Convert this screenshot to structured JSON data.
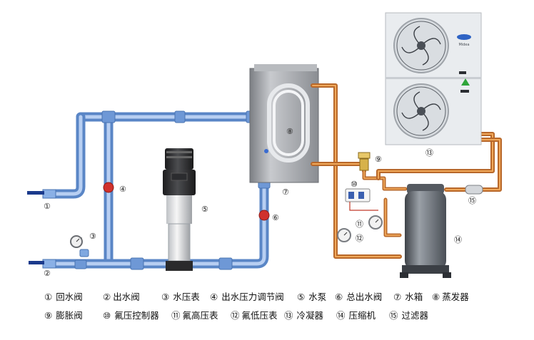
{
  "brand_text": "Midea",
  "callouts": {
    "c1": "①",
    "c2": "②",
    "c3": "③",
    "c4": "④",
    "c5": "⑤",
    "c6": "⑥",
    "c7": "⑦",
    "c8": "⑧",
    "c9": "⑨",
    "c10": "⑩",
    "c11": "⑪",
    "c12": "⑫",
    "c13": "⑬",
    "c14": "⑭",
    "c15": "⑮"
  },
  "legend": [
    {
      "num": "①",
      "label": "回水阀"
    },
    {
      "num": "②",
      "label": "出水阀"
    },
    {
      "num": "③",
      "label": "水压表"
    },
    {
      "num": "④",
      "label": "出水压力调节阀"
    },
    {
      "num": "⑤",
      "label": "水泵"
    },
    {
      "num": "⑥",
      "label": "总出水阀"
    },
    {
      "num": "⑦",
      "label": "水箱"
    },
    {
      "num": "⑧",
      "label": "蒸发器"
    },
    {
      "num": "⑨",
      "label": "膨胀阀"
    },
    {
      "num": "⑩",
      "label": "氟压控制器"
    },
    {
      "num": "⑪",
      "label": "氟高压表"
    },
    {
      "num": "⑫",
      "label": "氟低压表"
    },
    {
      "num": "⑬",
      "label": "冷凝器"
    },
    {
      "num": "⑭",
      "label": "压缩机"
    },
    {
      "num": "⑮",
      "label": "过滤器"
    }
  ],
  "colors": {
    "water_pipe": "#7fa8e0",
    "refrigerant_pipe": "#d98a3a",
    "valve_red": "#d0312d",
    "tank_gray": "#9a9da2",
    "compressor": "#5a5f66"
  }
}
